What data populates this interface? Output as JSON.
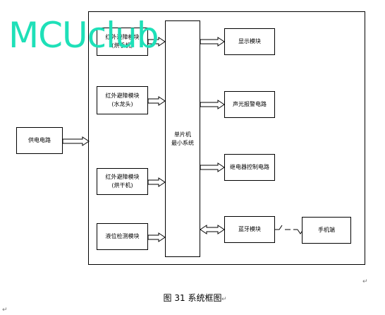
{
  "watermark": "MCUclub",
  "diagram": {
    "power": "供电电路",
    "mcu": [
      "单片机",
      "最小系统"
    ],
    "ir1": [
      "红外避障模块",
      "(烘手机)"
    ],
    "ir2": [
      "红外避障模块",
      "(水龙头)"
    ],
    "ir3": [
      "红外避障模块",
      "(烘干机)"
    ],
    "level": "液位检测模块",
    "display": "显示模块",
    "alarm": "声光报警电路",
    "relay": "继电器控制电路",
    "bluetooth": "蓝牙模块",
    "phone": "手机端"
  },
  "caption": "图 31 系统框图",
  "line_marks": [
    "↵",
    "↵",
    "↵"
  ]
}
